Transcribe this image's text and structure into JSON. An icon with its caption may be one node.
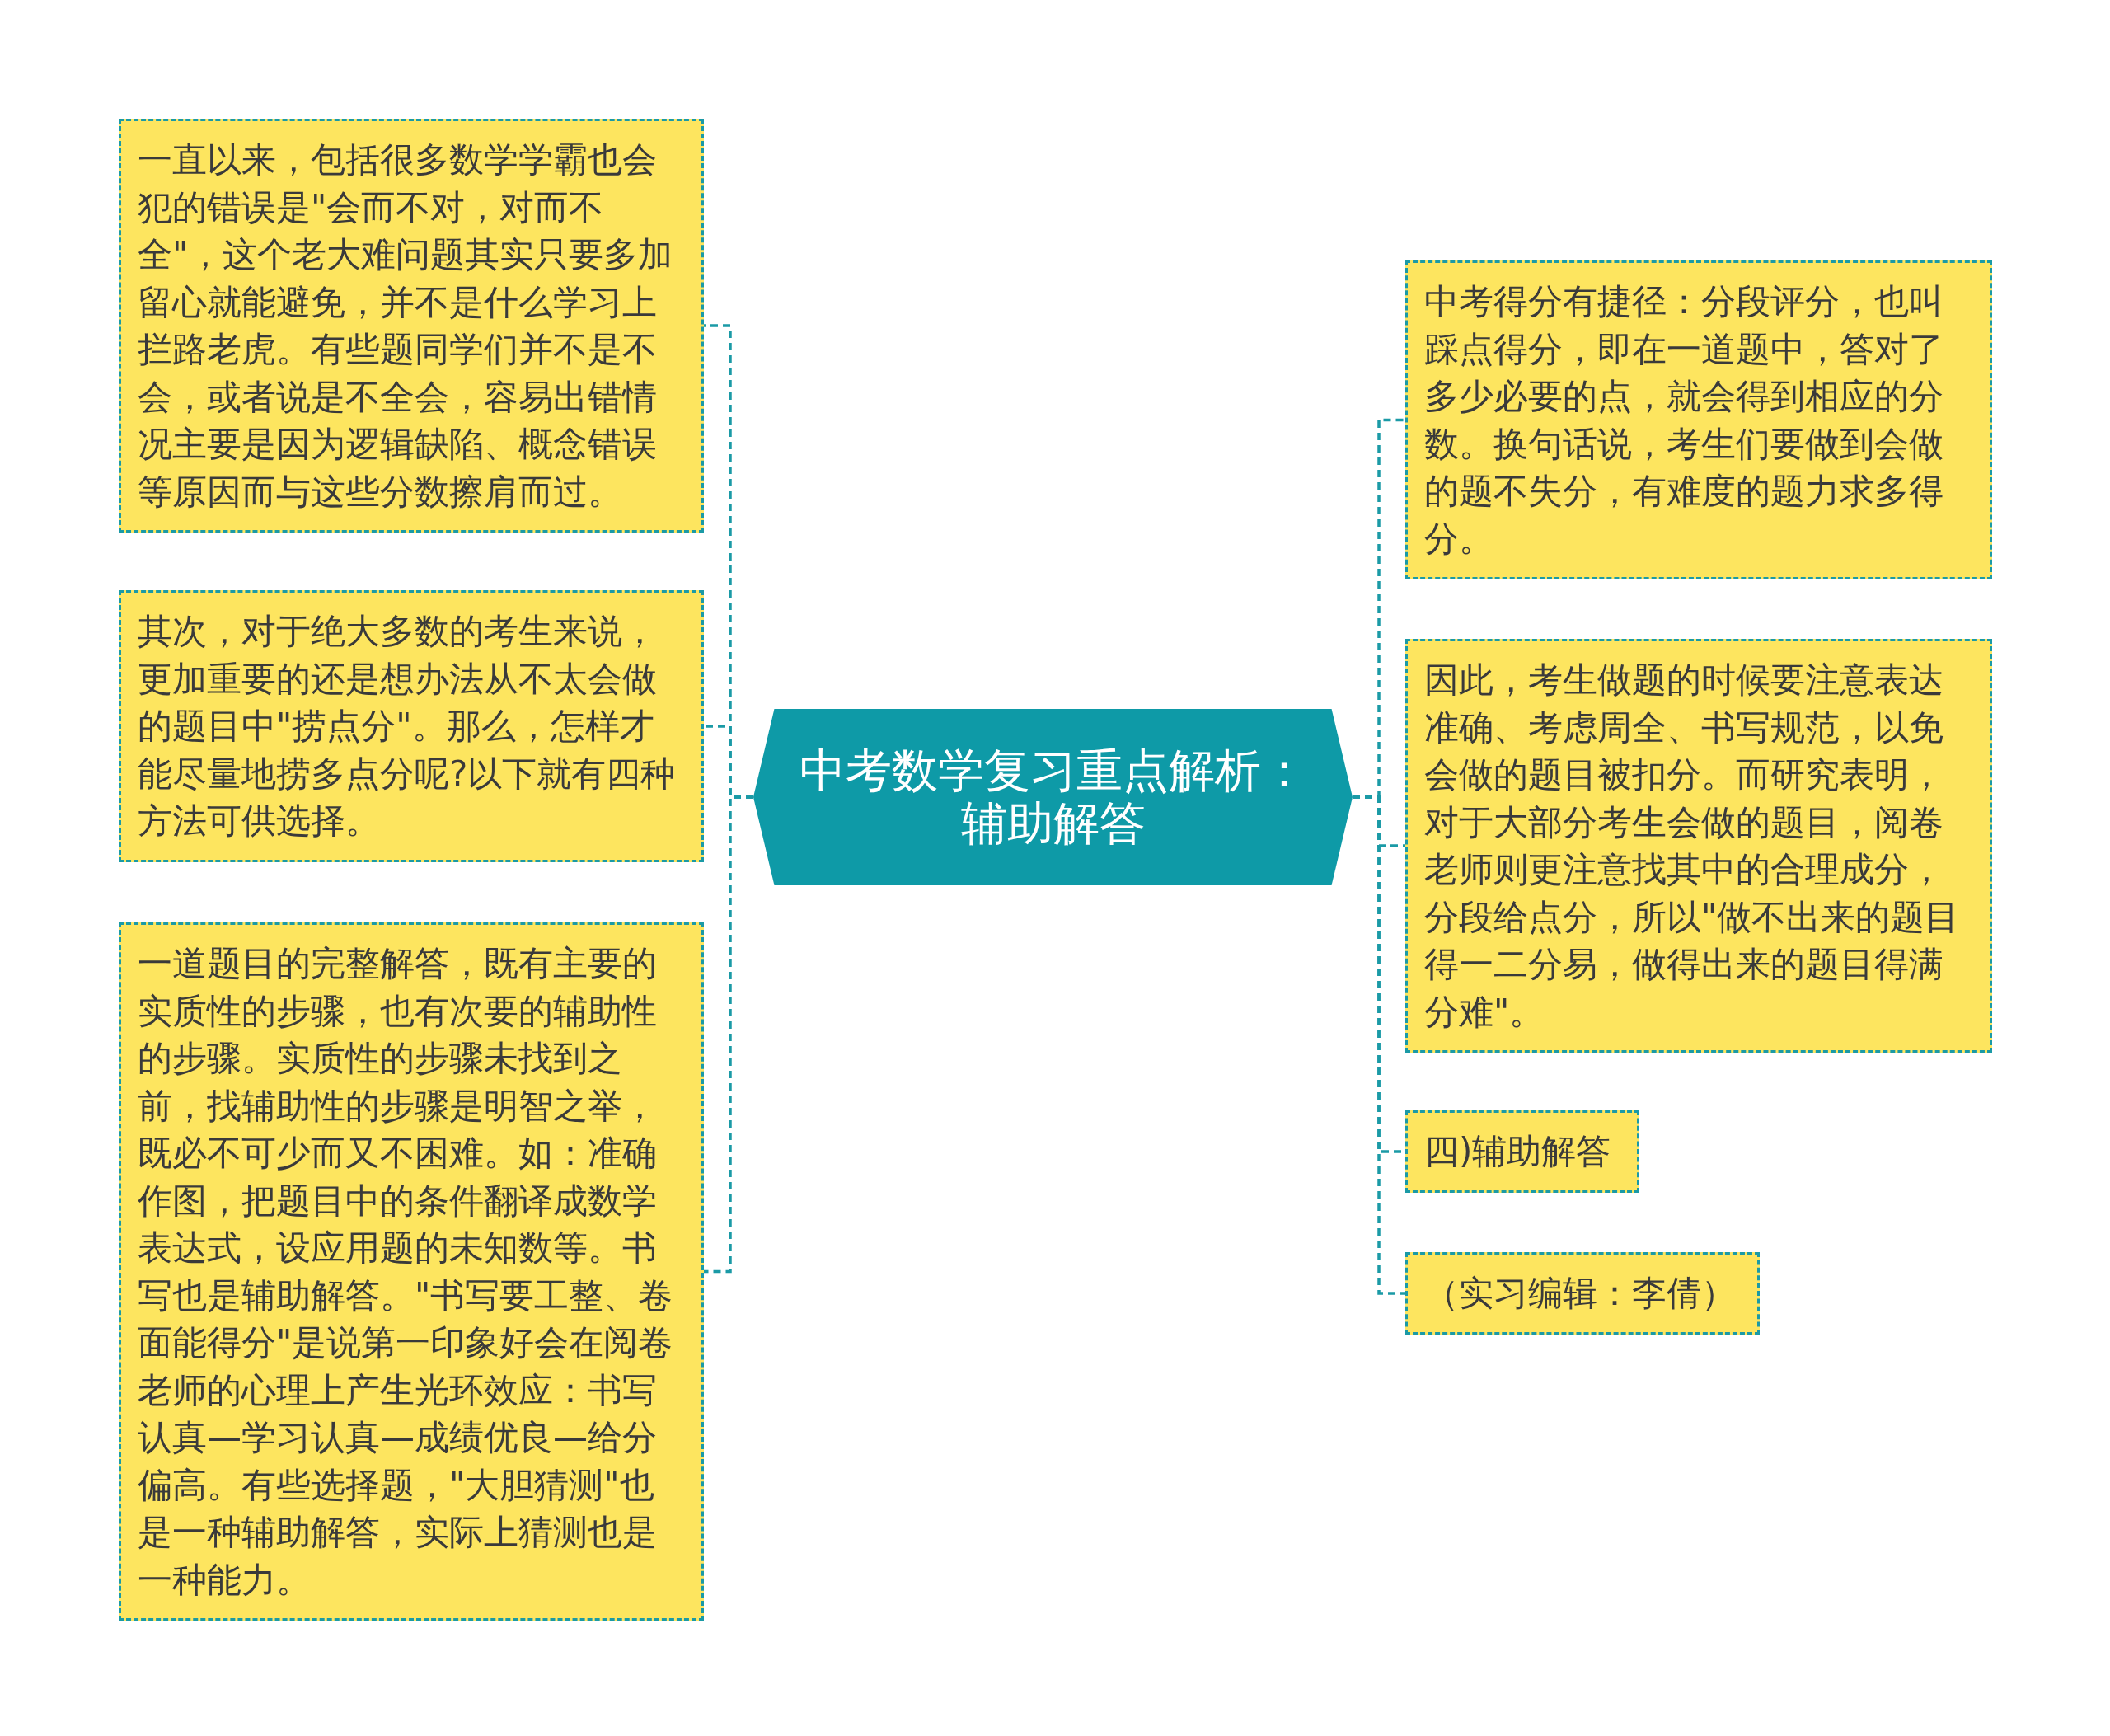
{
  "diagram": {
    "nodes": [
      {
        "text": [
          "中考数学复习重点解析：辅助解答"
        ]
      },
      {
        "text": [
          "一直以来，包括很多数学学霸也会犯的错误是\"会而不对，对而不全\"，这个老大难问题其实只要多加留心就能避免，并不是什么学习上拦路老虎。有些题同学们并不是不会，或者说是不全会，容易出错情况主要是因为逻辑缺陷、概念错误等原因而与这些分数擦肩而过。"
        ]
      },
      {
        "text": [
          "其次，对于绝大多数的考生来说，更加重要的还是想办法从不太会做的题目中\"捞点分\"。那么，怎样才能尽量地捞多点分呢?以下就有四种方法可供选择。"
        ]
      },
      {
        "text": [
          "一道题目的完整解答，既有主要的实质性的步骤，也有次要的辅助性的步骤。实质性的步骤未找到之前，找辅助性的步骤是明智之举，既必不可少而又不困难。如：准确作图，把题目中的条件翻译成数学表达式，设应用题的未知数等。书写也是辅助解答。\"书写要工整、卷面能得分\"是说第一印象好会在阅卷老师的心理上产生光环效应：书写认真—学习认真—成绩优良—给分偏高。有些选择题，\"大胆猜测\"也是一种辅助解答，实际上猜测也是一种能力。"
        ]
      },
      {
        "text": [
          "中考得分有捷径：分段评分，也叫踩点得分，即在一道题中，答对了多少必要的点，就会得到相应的分数。换句话说，考生们要做到会做的题不失分，有难度的题力求多得分。"
        ]
      },
      {
        "text": [
          "因此，考生做题的时候要注意表达准确、考虑周全、书写规范，以免会做的题目被扣分。而研究表明，对于大部分考生会做的题目，阅卷老师则更注意找其中的合理成分，分段给点分，所以\"做不出来的题目得一二分易，做得出来的题目得满分难\"。"
        ]
      },
      {
        "text": [
          "四)辅助解答"
        ]
      },
      {
        "text": [
          "（实习编辑：李倩）"
        ]
      }
    ],
    "edges": [
      {
        "from": 0,
        "to": 1,
        "arrow": "none"
      },
      {
        "from": 0,
        "to": 2,
        "arrow": "none"
      },
      {
        "from": 0,
        "to": 3,
        "arrow": "none"
      },
      {
        "from": 0,
        "to": 4,
        "arrow": "none"
      },
      {
        "from": 0,
        "to": 5,
        "arrow": "none"
      },
      {
        "from": 0,
        "to": 6,
        "arrow": "none"
      },
      {
        "from": 0,
        "to": 7,
        "arrow": "none"
      }
    ]
  }
}
